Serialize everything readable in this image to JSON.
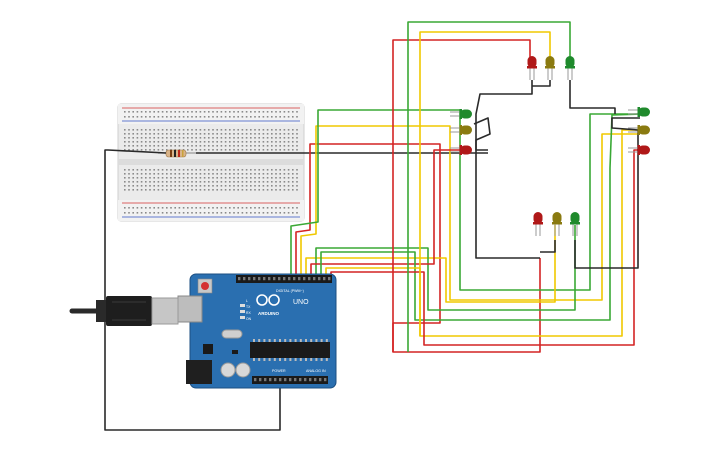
{
  "canvas_background": "#ffffff",
  "colors": {
    "wire_red": "#d42424",
    "wire_yellow": "#f0c800",
    "wire_green": "#3aa835",
    "wire_black": "#2a2a2a",
    "board_blue": "#2a6fb0",
    "board_dark": "#1c4f82",
    "breadboard": "#ececec",
    "led_red": "#b01818",
    "led_yellow": "#8a7a10",
    "led_green": "#1f8a2c"
  },
  "arduino": {
    "logo_text": "ARDUINO",
    "model_text": "UNO",
    "digital_label": "DIGITAL (PWM~)",
    "power_label": "POWER",
    "analog_label": "ANALOG IN",
    "tx_label": "TX",
    "rx_label": "RX",
    "l_label": "L",
    "on_label": "ON"
  },
  "traffic_lights": [
    {
      "group": "top",
      "lights": [
        "red",
        "yellow",
        "green"
      ]
    },
    {
      "group": "left",
      "lights": [
        "green",
        "yellow",
        "red"
      ]
    },
    {
      "group": "right",
      "lights": [
        "green",
        "yellow",
        "red"
      ]
    },
    {
      "group": "bottom",
      "lights": [
        "red",
        "yellow",
        "green"
      ]
    }
  ],
  "icons": {
    "usb_cable": "usb-cable-icon",
    "reset_button": "reset-button-icon",
    "resistor": "resistor-icon"
  }
}
